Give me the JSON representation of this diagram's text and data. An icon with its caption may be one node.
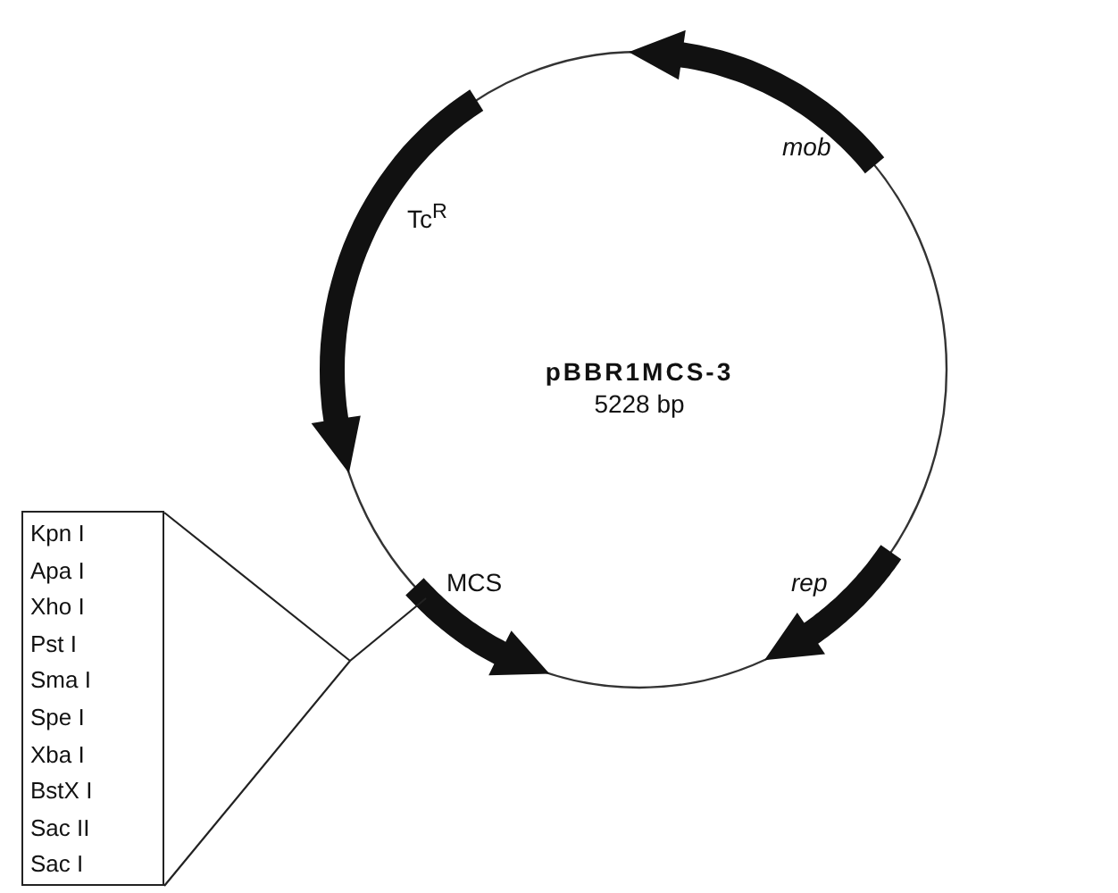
{
  "diagram": {
    "nodes": [
      {
        "text": [
          "pBBR1MCS-3",
          "5228 bp"
        ]
      },
      {
        "text": [
          "Kpn I",
          "Apa I",
          "Xho I",
          "Pst I",
          "Sma I",
          "Spe I",
          "Xba I",
          "BstX I",
          "Sac II",
          "Sac I"
        ]
      }
    ],
    "edges": [
      {
        "from": 1,
        "to": 0,
        "arrow": "none"
      }
    ],
    "labels": [
      "mob",
      "Tc$^{R}$",
      "MCS",
      "rep"
    ]
  }
}
